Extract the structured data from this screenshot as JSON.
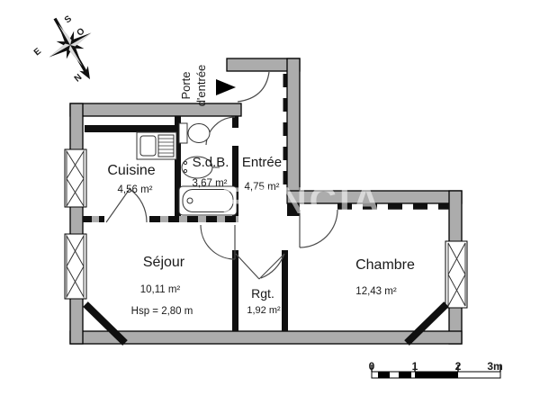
{
  "watermark": "FONCIA",
  "entrance": {
    "label_line1": "Porte",
    "label_line2": "d'entrée"
  },
  "rooms": {
    "cuisine": {
      "name": "Cuisine",
      "area": "4,56 m²"
    },
    "sdb": {
      "name": "S.d.B.",
      "area": "3,67 m²"
    },
    "entree": {
      "name": "Entrée",
      "area": "4,75 m²"
    },
    "sejour": {
      "name": "Séjour",
      "area": "10,11 m²",
      "ceiling": "Hsp = 2,80 m"
    },
    "rgt": {
      "name": "Rgt.",
      "area": "1,92 m²"
    },
    "chambre": {
      "name": "Chambre",
      "area": "12,43 m²"
    }
  },
  "compass": {
    "n": "N",
    "s": "S",
    "e": "E",
    "o": "O"
  },
  "scale_bar": {
    "tick0": "0",
    "tick1": "1",
    "tick2": "2",
    "tick3": "3m"
  },
  "colors": {
    "wall_gray": "#ACACAC",
    "wall_black": "#101010",
    "text": "#1a1a1a",
    "watermark": "rgba(255,255,255,0.55)"
  }
}
